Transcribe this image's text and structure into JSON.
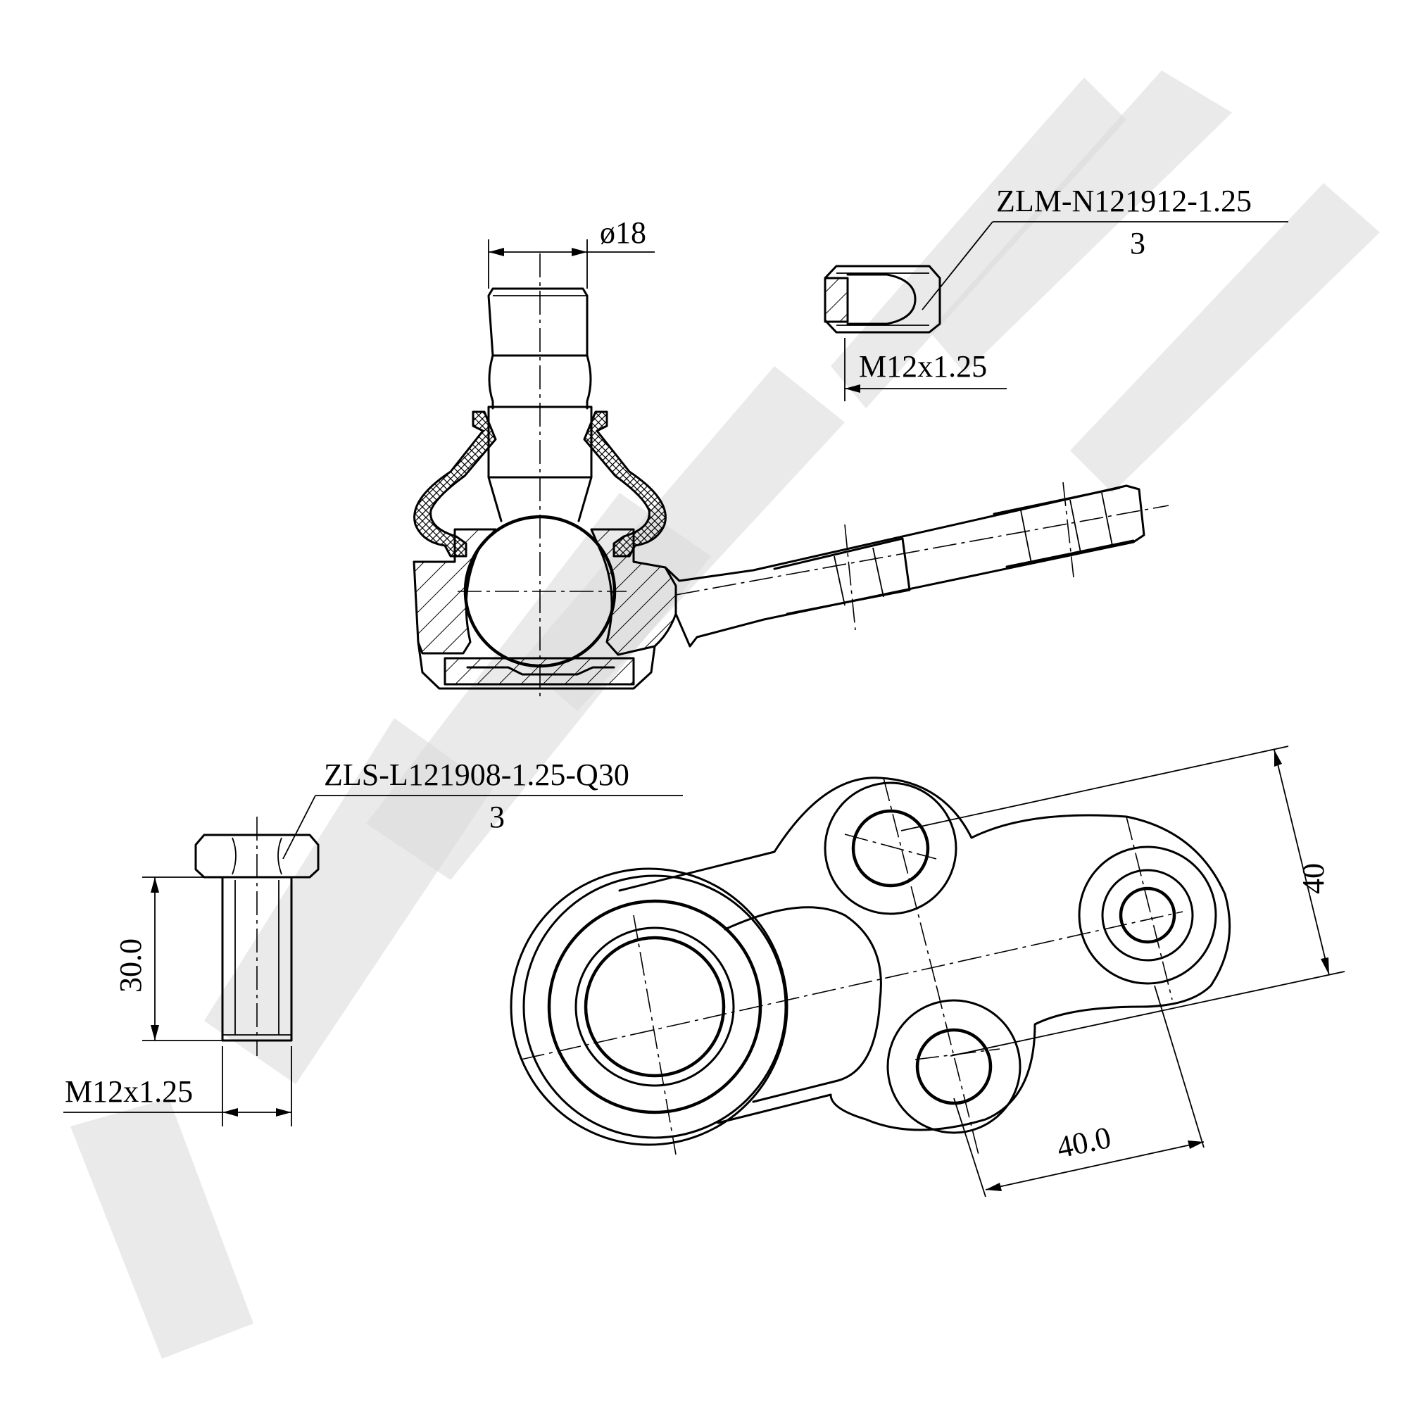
{
  "nut": {
    "part_number": "ZLM-N121912-1.25",
    "quantity": "3",
    "thread": "M12x1.25"
  },
  "stud": {
    "diameter": "ø18"
  },
  "bolt": {
    "part_number": "ZLS-L121908-1.25-Q30",
    "quantity": "3",
    "length": "30.0",
    "thread": "M12x1.25"
  },
  "flange": {
    "dim_horizontal": "40.0",
    "dim_vertical": "40"
  },
  "watermark": {
    "color": "#d9d9d9"
  }
}
